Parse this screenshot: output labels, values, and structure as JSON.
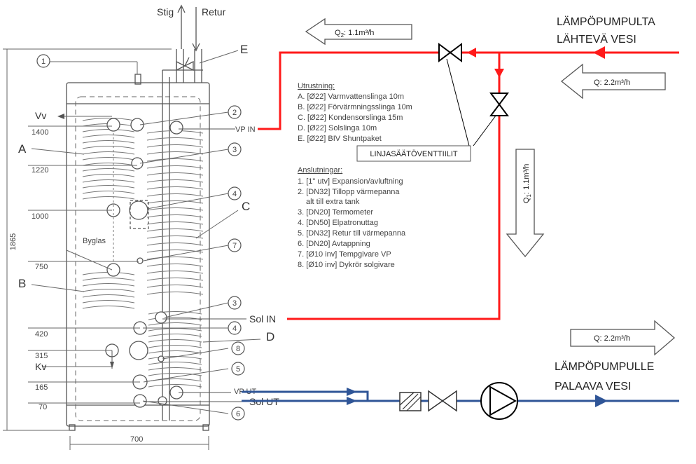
{
  "labels": {
    "stig": "Stig",
    "retur": "Retur",
    "vv": "Vv",
    "kv": "Kv",
    "byglas": "Byglas",
    "vp_in": "VP IN",
    "sol_in": "Sol IN",
    "vp_ut": "VP UT",
    "sol_ut": "Sol UT",
    "height_total": "1865",
    "width_total": "700",
    "component_letters": [
      "A",
      "B",
      "C",
      "D",
      "E"
    ],
    "height_marks": [
      "1400",
      "1220",
      "1000",
      "750",
      "420",
      "315",
      "165",
      "70"
    ],
    "connection_numbers": [
      "1",
      "2",
      "3",
      "4",
      "7",
      "3",
      "4",
      "8",
      "5",
      "6"
    ]
  },
  "utrustning": {
    "heading": "Utrustning:",
    "items": [
      "A. [Ø22] Varmvattenslinga 10m",
      "B. [Ø22] Förvärmningsslinga 10m",
      "C. [Ø22] Kondensorslinga 15m",
      "D. [Ø22] Solslinga 10m",
      "E. [Ø22] BIV Shuntpaket"
    ]
  },
  "anslutningar": {
    "heading": "Anslutningar:",
    "items": [
      "1. [1\" utv] Expansion/avluftning",
      "2. [DN32] Tillopp värmepanna",
      "alt till extra tank",
      "3. [DN20] Termometer",
      "4. [DN50] Elpatronuttag",
      "5. [DN32] Retur till värmepanna",
      "6. [DN20] Avtappning",
      "7. [Ø10 inv] Tempgivare VP",
      "8. [Ø10 inv] Dykrör solgivare"
    ]
  },
  "flows": {
    "q2": {
      "sym": "Q",
      "sub": "2",
      "rest": ": 1.1m³/h"
    },
    "q_in": "Q: 2.2m³/h",
    "q1": {
      "sym": "Q",
      "sub": "1",
      "rest": ": 1.1m³/h"
    },
    "q_out": "Q: 2.2m³/h"
  },
  "valve_label": "LINJASÄÄTÖVENTTIILIT",
  "supply_caption": [
    "LÄMPÖPUMPULTA",
    "LÄHTEVÄ VESI"
  ],
  "return_caption": [
    "LÄMPÖPUMPULLE",
    "PALAAVA VESI"
  ],
  "colors": {
    "supply_line": "#ff1a1a",
    "return_line": "#2f5597",
    "sketch": "#555555",
    "background": "#ffffff"
  }
}
